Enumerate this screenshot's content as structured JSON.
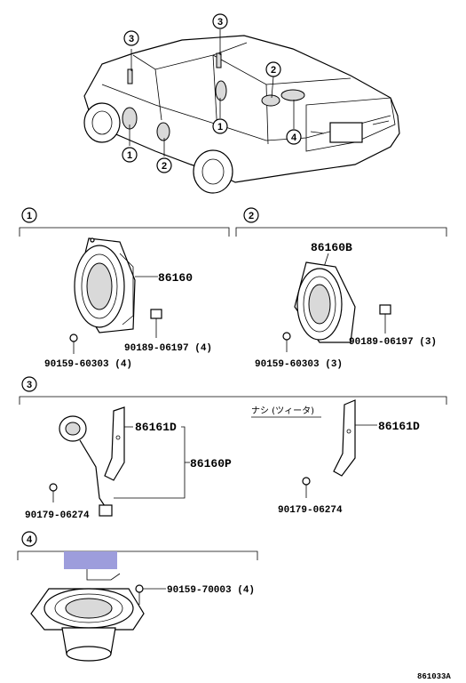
{
  "diagram": {
    "callouts": [
      "1",
      "2",
      "3",
      "4"
    ],
    "car_callouts": {
      "top_left": "3",
      "top_mid": "3",
      "mid_2": "2",
      "mid_4": "4",
      "door_1": "1",
      "front_1": "1",
      "front_2": "2"
    },
    "section1": {
      "label": "1",
      "speaker": "86160",
      "nut": "90189-06197 (4)",
      "screw": "90159-60303 (4)"
    },
    "section2": {
      "label": "2",
      "speaker": "86160B",
      "nut": "90189-06197 (3)",
      "screw": "90159-60303 (3)"
    },
    "section3": {
      "label": "3",
      "tweeter_bracket": "86161D",
      "assembly": "86160P",
      "screw": "90179-06274",
      "note": "ナシ (ツィータ)",
      "right_bracket": "86161D",
      "right_screw": "90179-06274"
    },
    "section4": {
      "label": "4",
      "screw": "90159-70003 (4)",
      "highlight_color": "#9d9ddc"
    },
    "figure_code": "861033A"
  }
}
